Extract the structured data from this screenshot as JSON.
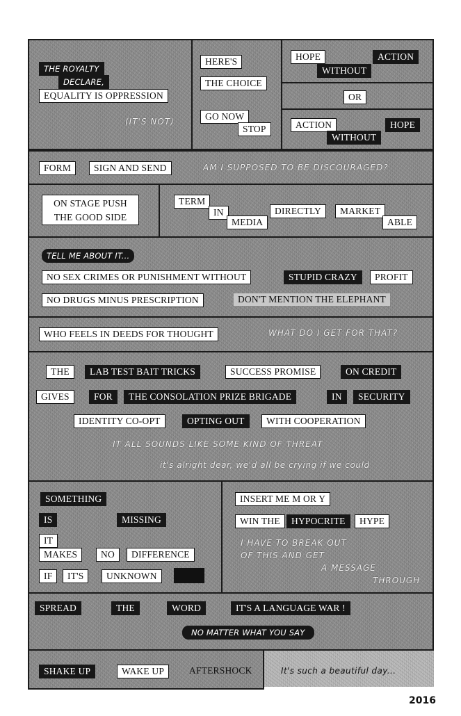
{
  "collage": {
    "r1": {
      "royalty_1": "THE ROYALTY",
      "royalty_2": "DECLARE,",
      "equality": "EQUALITY IS OPPRESSION",
      "its_not": "(IT'S NOT)",
      "heres": "HERE'S",
      "choice": "THE CHOICE",
      "go_now": "GO NOW",
      "stop": "STOP",
      "hope1": "HOPE",
      "action1": "ACTION",
      "without1": "WITHOUT",
      "or": "OR",
      "action2": "ACTION",
      "hope2": "HOPE",
      "without2": "WITHOUT"
    },
    "r2": {
      "form": "FORM",
      "sign": "SIGN AND SEND",
      "discouraged": "AM I SUPPOSED TO BE DISCOURAGED?"
    },
    "r3": {
      "stage1": "ON STAGE PUSH",
      "stage2": "THE GOOD SIDE",
      "term": "TERM",
      "in": "IN",
      "media": "MEDIA",
      "directly": "DIRECTLY",
      "market": "MARKET",
      "able": "ABLE"
    },
    "r4": {
      "tell": "TELL ME ABOUT IT...",
      "nosex": "NO SEX CRIMES OR PUNISHMENT WITHOUT",
      "stupid": "STUPID CRAZY",
      "profit": "PROFIT",
      "nodrugs": "NO DRUGS MINUS PRESCRIPTION",
      "elephant": "DON'T MENTION THE ELEPHANT"
    },
    "r5": {
      "who": "WHO FEELS IN DEEDS FOR THOUGHT",
      "what": "WHAT DO I GET FOR THAT?"
    },
    "r6": {
      "the": "THE",
      "lab": "LAB TEST BAIT TRICKS",
      "success": "SUCCESS PROMISE",
      "credit": "ON CREDIT",
      "gives": "GIVES",
      "for": "FOR",
      "consolation": "THE CONSOLATION PRIZE BRIGADE",
      "in": "IN",
      "security": "SECURITY",
      "identity": "IDENTITY CO-OPT",
      "opting": "OPTING OUT",
      "cooperation": "WITH COOPERATION",
      "threat": "IT ALL SOUNDS LIKE SOME KIND OF THREAT",
      "alright": "it's alright dear, we'd all be crying if we could"
    },
    "r7": {
      "something": "SOMETHING",
      "is": "IS",
      "missing": "MISSING",
      "it": "IT",
      "makes": "MAKES",
      "no": "NO",
      "difference": "DIFFERENCE",
      "if": "IF",
      "its": "IT'S",
      "unknown": "UNKNOWN",
      "insert": "INSERT ME M OR Y",
      "win": "WIN THE",
      "hypocrite": "HYPOCRITE",
      "hype": "HYPE",
      "break1": "I HAVE TO  BREAK  OUT",
      "break2": "OF THIS AND GET",
      "break3": "A MESSAGE",
      "break4": "THROUGH"
    },
    "r8": {
      "spread": "SPREAD",
      "the": "THE",
      "word": "WORD",
      "war": "IT'S A LANGUAGE WAR !",
      "nomatter": "NO MATTER WHAT YOU SAY"
    },
    "r9": {
      "shake": "SHAKE UP",
      "wake": "WAKE UP",
      "aftershock": "AFTERSHOCK",
      "beautiful": "It's such a beautiful day..."
    }
  },
  "year": "2016",
  "colors": {
    "panel_gray": "#8e8e8e",
    "ink": "#171717",
    "paper": "#ffffff"
  }
}
